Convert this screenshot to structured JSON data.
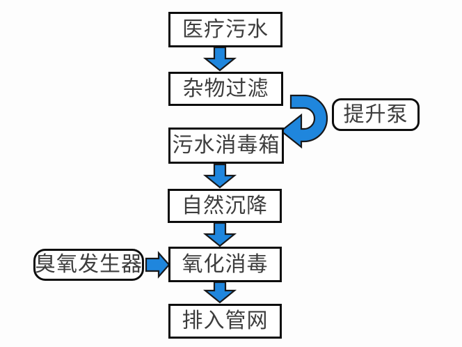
{
  "colors": {
    "background": "#fdfdfd",
    "box_fill": "#ffffff",
    "box_border": "#0d0d0d",
    "text": "#3d3d3d",
    "arrow_fill": "#1f86dd",
    "arrow_outline": "#17181a"
  },
  "flowchart": {
    "main_steps": [
      {
        "label": "医疗污水"
      },
      {
        "label": "杂物过滤"
      },
      {
        "label": "污水消毒箱"
      },
      {
        "label": "自然沉降"
      },
      {
        "label": "氧化消毒"
      },
      {
        "label": "排入管网"
      }
    ],
    "side_nodes": [
      {
        "label": "提升泵"
      },
      {
        "label": "臭氧发生器"
      }
    ],
    "arrows": [
      {
        "name": "down-arrow-1",
        "from": "医疗污水",
        "to": "杂物过滤",
        "type": "down"
      },
      {
        "name": "u-turn-arrow",
        "from": "杂物过滤",
        "to": "污水消毒箱",
        "via": "提升泵",
        "type": "u-turn"
      },
      {
        "name": "down-arrow-2",
        "from": "污水消毒箱",
        "to": "自然沉降",
        "type": "down"
      },
      {
        "name": "down-arrow-3",
        "from": "自然沉降",
        "to": "氧化消毒",
        "type": "down"
      },
      {
        "name": "right-arrow",
        "from": "臭氧发生器",
        "to": "氧化消毒",
        "type": "right"
      },
      {
        "name": "down-arrow-4",
        "from": "氧化消毒",
        "to": "排入管网",
        "type": "down"
      }
    ]
  }
}
